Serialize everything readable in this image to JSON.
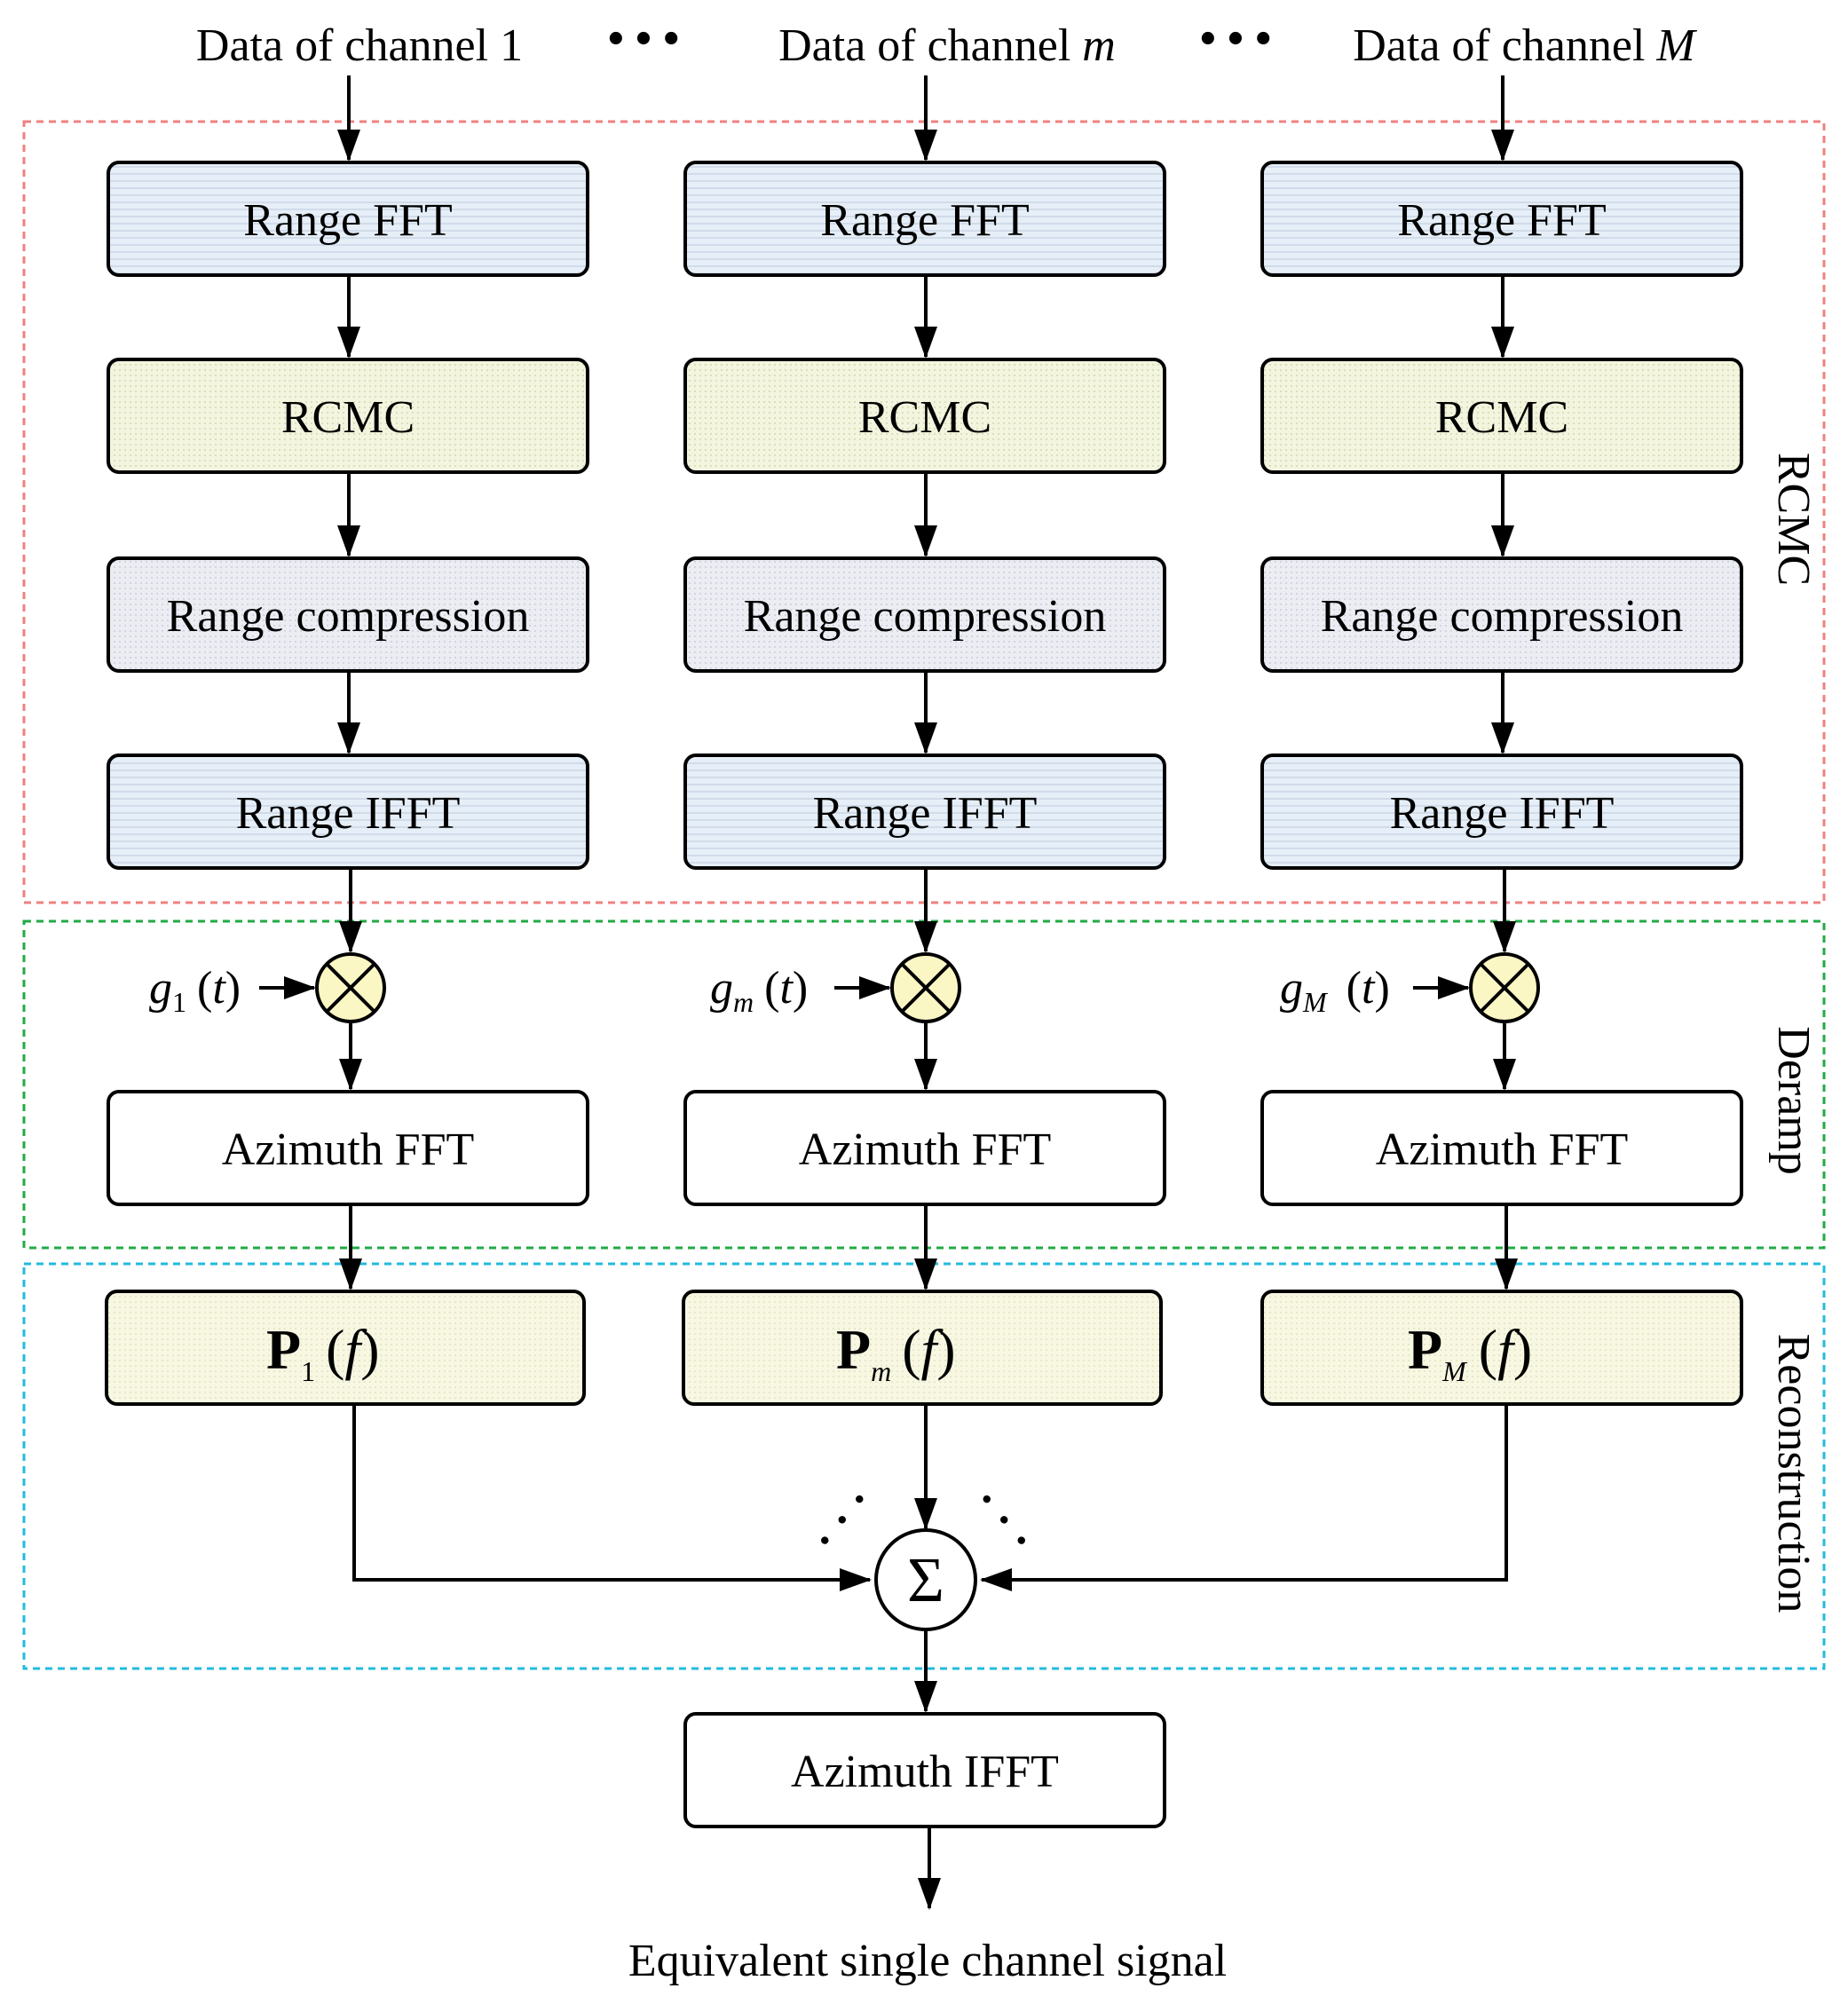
{
  "inputs": {
    "channel_1": {
      "prefix": "Data of channel ",
      "var": "1"
    },
    "channel_m": {
      "prefix": "Data of channel ",
      "var": "m"
    },
    "channel_M": {
      "prefix": "Data of channel ",
      "var": "M"
    },
    "ellipsis": "• • •"
  },
  "blocks": {
    "range_fft": "Range FFT",
    "rcmc": "RCMC",
    "range_compression": "Range compression",
    "range_ifft": "Range IFFT",
    "azimuth_fft": "Azimuth FFT",
    "azimuth_ifft": "Azimuth IFFT"
  },
  "deramp_signals": {
    "letter": "g",
    "sub_1": "1",
    "sub_m": "m",
    "sub_M": "M",
    "open": "(",
    "arg": "t",
    "close": ")"
  },
  "filters": {
    "letter": "P",
    "sub_1": "1",
    "sub_m": "m",
    "sub_M": "M",
    "open": "(",
    "arg": "f",
    "close": ")"
  },
  "sum_symbol": "Σ",
  "sum_dots": "· · ·",
  "output": "Equivalent single channel signal",
  "sections": {
    "rcmc": "RCMC",
    "deramp": "Deramp",
    "reconstruction": "Reconstruction"
  },
  "colors": {
    "rcmc_section": "#f08080",
    "deramp_section": "#22aa44",
    "reconstruction_section": "#22bbdd",
    "fft_fill": "#e6eef7",
    "rcmc_fill": "#f3f5df",
    "compression_fill": "#ebedf3",
    "filter_fill": "#f7f7e2",
    "mixer_fill": "#fbf7c5"
  }
}
